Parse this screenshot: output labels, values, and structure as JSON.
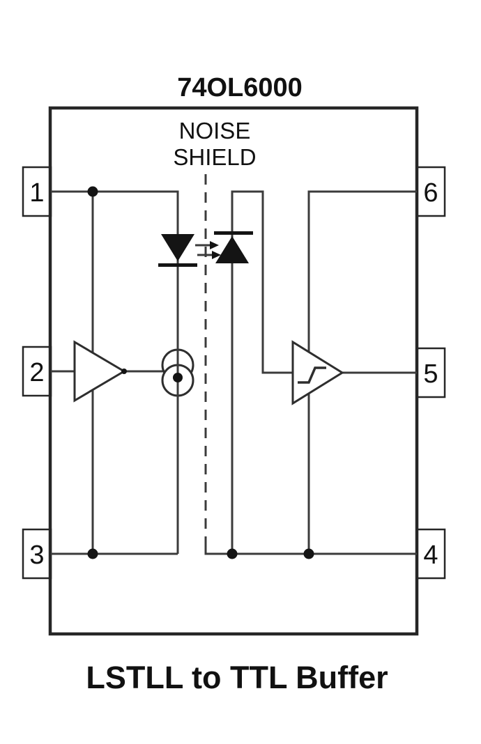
{
  "title": "74OL6000",
  "caption": "LSTLL to TTL Buffer",
  "noise_shield": {
    "line1": "NOISE",
    "line2": "SHIELD"
  },
  "pins": {
    "left": [
      {
        "number": "1"
      },
      {
        "number": "2"
      },
      {
        "number": "3"
      }
    ],
    "right": [
      {
        "number": "6"
      },
      {
        "number": "5"
      },
      {
        "number": "4"
      }
    ]
  },
  "symbols": [
    "led-emitter-diode",
    "photodetector-diode",
    "light-transmission-arrows",
    "input-buffer",
    "current-source",
    "schmitt-trigger-buffer",
    "noise-shield-dashed-line"
  ],
  "colors": {
    "background": "#ffffff",
    "wire": "#3b3b3b",
    "outline": "#262626",
    "ink": "#111111",
    "symbol_fill": "#141414"
  }
}
